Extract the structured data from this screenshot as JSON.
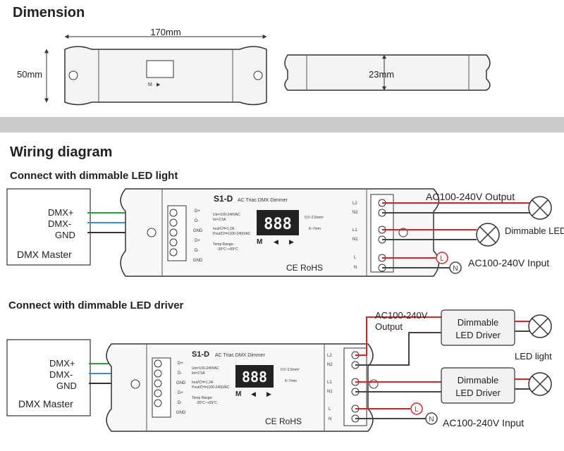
{
  "sections": {
    "dimension": {
      "title": "Dimension",
      "width": "170mm",
      "height": "50mm",
      "depth": "23mm"
    },
    "wiring": {
      "title": "Wiring diagram"
    }
  },
  "diagram1": {
    "subtitle": "Connect with dimmable LED light",
    "master": {
      "label": "DMX Master",
      "signals": [
        "DMX+",
        "DMX-",
        "GND"
      ]
    },
    "device": {
      "model": "S1-D",
      "desc": "AC Triac DMX Dimmer",
      "display": "888",
      "buttons": [
        "M",
        "◀",
        "▶"
      ],
      "specs": [
        "Uin=100-240VAC",
        "Iin=2.5A",
        "Iout/CH=1.2A",
        "Pout/CH=(100-240)VAC",
        "Temp Range:",
        "-30°C~+55°C"
      ],
      "wire": "0.5~2.5mm²",
      "strip": "6~7mm",
      "cert": "CE RoHS",
      "left_terminals": [
        "D+",
        "D-",
        "GND",
        "D+",
        "D-",
        "GND"
      ],
      "right_terminals": [
        "L2",
        "N2",
        "L1",
        "N1",
        "L",
        "N"
      ]
    },
    "labels": {
      "output": "AC100-240V Output",
      "load": "Dimmable LED light",
      "input": "AC100-240V Input",
      "L": "L",
      "N": "N"
    }
  },
  "diagram2": {
    "subtitle": "Connect with dimmable LED driver",
    "master": {
      "label": "DMX Master",
      "signals": [
        "DMX+",
        "DMX-",
        "GND"
      ]
    },
    "device": {
      "model": "S1-D",
      "desc": "AC Triac DMX Dimmer",
      "display": "888",
      "buttons": [
        "M",
        "◀",
        "▶"
      ],
      "specs": [
        "Uin=100-240VAC",
        "Iin=2.5A",
        "Iout/CH=1.2A",
        "Pout/CH=(100-240)VAC",
        "Temp Range:",
        "-30°C~+55°C"
      ],
      "wire": "0.5~2.5mm²",
      "strip": "6~7mm",
      "cert": "CE RoHS",
      "left_terminals": [
        "D+",
        "D-",
        "GND",
        "D+",
        "D-",
        "GND"
      ],
      "right_terminals": [
        "L2",
        "N2",
        "L1",
        "N1",
        "L",
        "N"
      ]
    },
    "labels": {
      "output": "AC100-240V Output",
      "driver": "Dimmable LED Driver",
      "led": "LED light",
      "input": "AC100-240V Input",
      "L": "L",
      "N": "N"
    }
  },
  "colors": {
    "dmx_plus": "#2e9e3e",
    "dmx_minus": "#3a8fd8",
    "gnd": "#333333",
    "live": "#d8232a",
    "neutral": "#444444",
    "divider": "#cccccc"
  }
}
